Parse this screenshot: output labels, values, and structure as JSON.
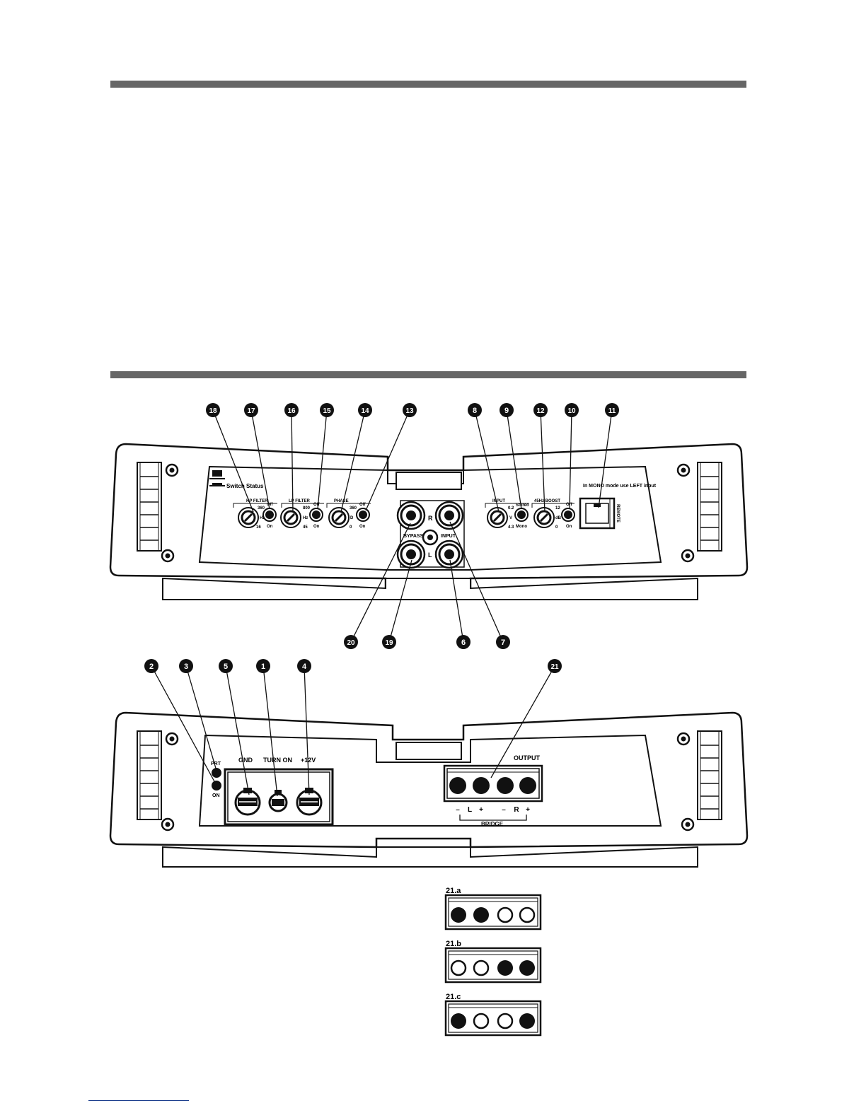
{
  "colors": {
    "rule": "#666666",
    "ink": "#111111",
    "bottom_link_line": "#1a3c8c"
  },
  "front_panel": {
    "callouts_top": [
      "18",
      "17",
      "16",
      "15",
      "14",
      "13",
      "8",
      "9",
      "12",
      "10",
      "11"
    ],
    "callouts_bottom": [
      "20",
      "19",
      "6",
      "7"
    ],
    "switch_status": "Switch Status",
    "mono_note": "In MONO mode use LEFT input",
    "remote": "REMOTE",
    "hp_filter": {
      "title": "HP FILTER",
      "max": "360",
      "unit": "Hz",
      "min": "16",
      "sw_off": "Off",
      "sw_on": "On"
    },
    "lp_filter": {
      "title": "LP FILTER",
      "max": "800",
      "unit": "Hz",
      "min": "45",
      "sw_off": "Off",
      "sw_on": "On"
    },
    "phase": {
      "title": "PHASE",
      "max": "360",
      "unit": "D",
      "min": "0",
      "sw_off": "Off",
      "sw_on": "On"
    },
    "input": {
      "title": "INPUT",
      "max": "0.2",
      "unit": "V",
      "min": "4.3",
      "sw_top": "Stereo",
      "sw_bottom": "Mono"
    },
    "boost": {
      "title": "45Hz BOOST",
      "max": "12",
      "unit": "dB",
      "min": "0",
      "sw_off": "Off",
      "sw_on": "On"
    },
    "rca": {
      "bypass": "BYPASS",
      "input": "INPUT",
      "right": "R",
      "left": "L"
    }
  },
  "rear_panel": {
    "callouts": [
      "2",
      "3",
      "5",
      "1",
      "4",
      "21"
    ],
    "prt": "PRT",
    "on": "ON",
    "gnd": "GND",
    "turn_on": "TURN ON",
    "plus12v": "+12V",
    "output": "OUTPUT",
    "output_polarity": [
      "–",
      "L",
      "+",
      "–",
      "R",
      "+"
    ],
    "bridge": "BRIDGE"
  },
  "output_configs": [
    {
      "label": "21.a",
      "terminals": [
        "filled",
        "filled",
        "open",
        "open"
      ]
    },
    {
      "label": "21.b",
      "terminals": [
        "open",
        "open",
        "filled",
        "filled"
      ]
    },
    {
      "label": "21.c",
      "terminals": [
        "filled",
        "open",
        "open",
        "filled"
      ]
    }
  ]
}
